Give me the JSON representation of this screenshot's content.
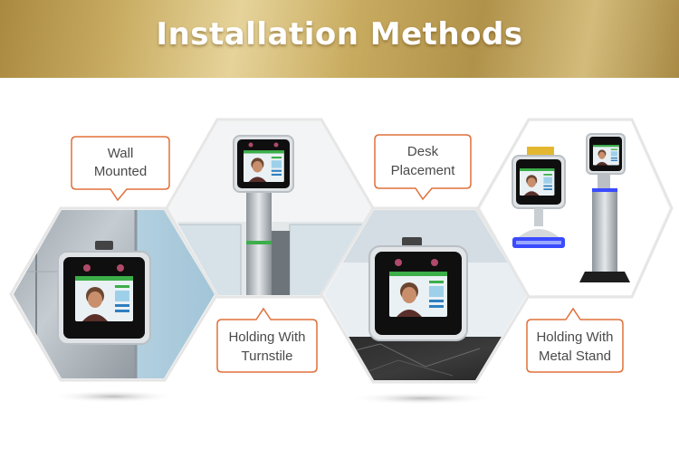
{
  "banner": {
    "title": "Installation Methods"
  },
  "methods": [
    {
      "line1": "Wall",
      "line2": "Mounted"
    },
    {
      "line1": "Holding With",
      "line2": "Turnstile"
    },
    {
      "line1": "Desk",
      "line2": "Placement"
    },
    {
      "line1": "Holding With",
      "line2": "Metal Stand"
    }
  ],
  "colors": {
    "accent_orange": "#e0703a",
    "banner_gold": "#c9ad63",
    "screen_green": "#3cae4a",
    "stand_blue_glow": "#3a4bff"
  },
  "icons": [
    "face-recognition-terminal",
    "turnstile",
    "metal-stand",
    "desk-base"
  ]
}
